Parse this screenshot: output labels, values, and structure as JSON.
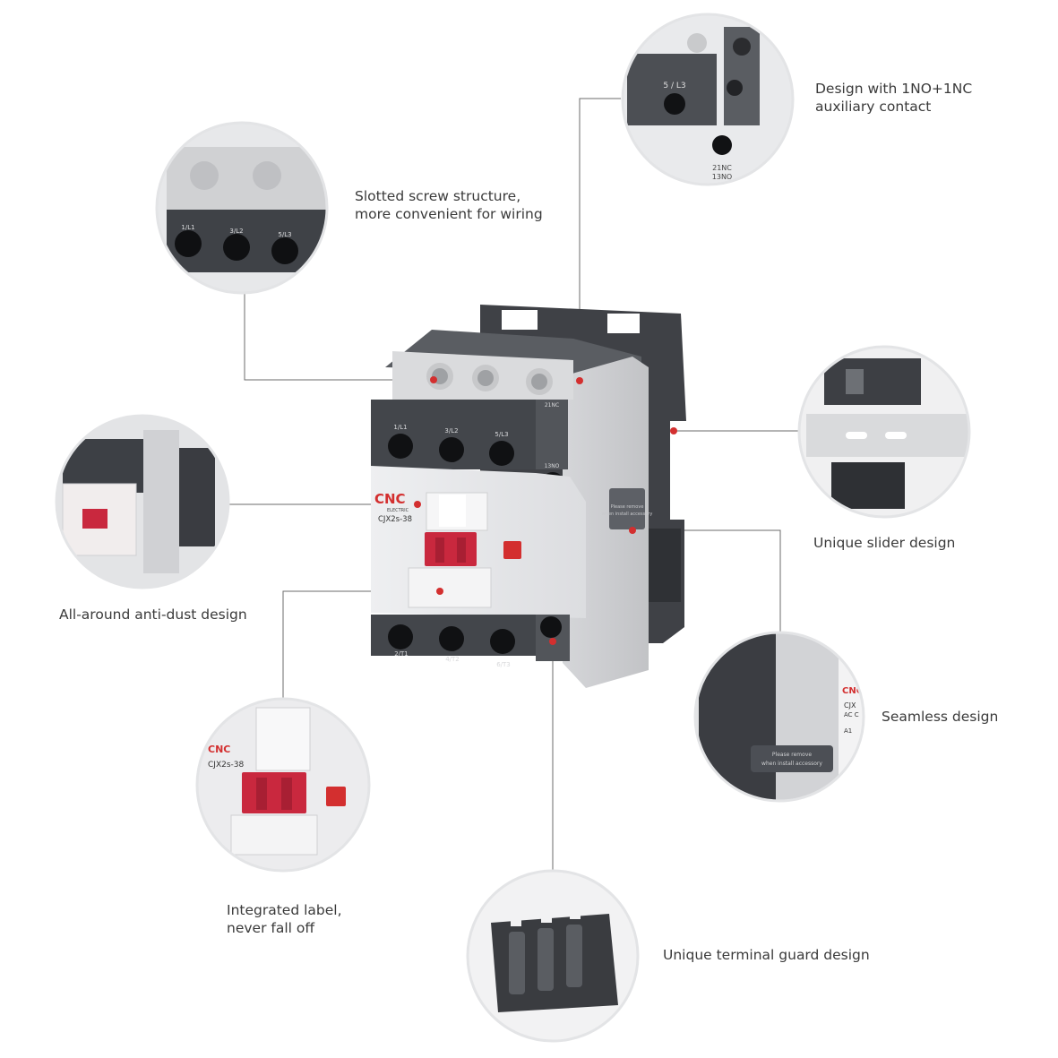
{
  "product": {
    "brand": "CNC",
    "brand_sub": "ELECTRIC",
    "model": "CJX2s-38",
    "terminal_labels_top": [
      "1/L1",
      "3/L2",
      "5/L3"
    ],
    "terminal_labels_bottom": [
      "2/T1",
      "4/T2",
      "6/T3"
    ],
    "aux_labels": [
      "21NC",
      "13NO"
    ],
    "sticker_text": [
      "Please remove",
      "when install accessory"
    ]
  },
  "callouts": {
    "auxiliary": {
      "line1": "Design with 1NO+1NC",
      "line2": "auxiliary contact",
      "detail_label": "5 / L3",
      "detail_aux": [
        "21NC",
        "13NO"
      ]
    },
    "screw": {
      "line1": "Slotted screw structure,",
      "line2": "more convenient for wiring"
    },
    "slider": {
      "line1": "Unique slider design"
    },
    "dust": {
      "line1": "All-around anti-dust design"
    },
    "seamless": {
      "line1": "Seamless design",
      "detail_brand": "CNC",
      "detail_model": "CJX",
      "detail_coil": "AC C",
      "detail_a1": "A1"
    },
    "label": {
      "line1": "Integrated label,",
      "line2": "never fall off"
    },
    "guard": {
      "line1": "Unique terminal guard design"
    }
  },
  "colors": {
    "accent_red": "#d32f2f",
    "body_grey": "#e6e7e9",
    "dark_grey": "#4a4d52",
    "terminal_dark": "#2a2b2e",
    "button_red": "#c9283e",
    "leader_line": "#6b6b6b"
  }
}
